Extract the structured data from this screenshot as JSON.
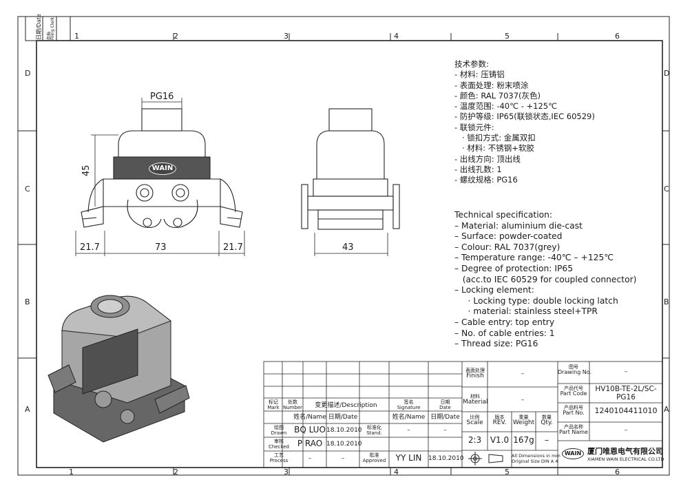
{
  "border": {
    "columns": [
      "1",
      "2",
      "3",
      "4",
      "5",
      "6"
    ],
    "rows": [
      "D",
      "C",
      "B",
      "A"
    ],
    "side_label_date": "日期/Date",
    "side_label_filing": "存档",
    "side_label_filing_en": "Filing Clerk"
  },
  "dimensions": {
    "pg16": "PG16",
    "height_45": "45",
    "left_ext": "21.7",
    "width_73": "73",
    "right_ext": "21.7",
    "side_width_43": "43"
  },
  "logo": "WAIN",
  "spec_cn": {
    "title": "技术参数:",
    "lines": [
      "- 材料: 压铸铝",
      "- 表面处理: 粉末喷涂",
      "- 颜色: RAL 7037(灰色)",
      "- 温度范围: -40℃ - +125℃",
      "- 防护等级: IP65(联锁状态,IEC 60529)",
      "- 联锁元件:",
      "   · 锁扣方式: 金属双扣",
      "   · 材料: 不锈钢+软胶",
      "- 出线方向: 顶出线",
      "- 出线孔数: 1",
      "- 螺纹规格: PG16"
    ]
  },
  "spec_en": {
    "title": "Technical specification:",
    "lines": [
      "– Material: aluminium die-cast",
      "– Surface: powder-coated",
      "– Colour: RAL 7037(grey)",
      "– Temperature range: -40℃ – +125℃",
      "– Degree of protection: IP65",
      "   (acc.to IEC 60529 for coupled connector)",
      "– Locking element:",
      "     · Locking type: double locking latch",
      "     · material: stainless steel+TPR",
      "– Cable entry: top entry",
      "– No. of cable entries: 1",
      "– Thread size: PG16"
    ]
  },
  "title_block": {
    "mark_cn": "标记",
    "mark_en": "Mark",
    "number_cn": "处数",
    "number_en": "Number",
    "description": "变更描述/Description",
    "signature_cn": "签名",
    "signature_en": "Signature",
    "date_cn": "日期",
    "date_en": "Date",
    "name_header": "姓名/Name",
    "date_header": "日期/Date",
    "name_header2": "姓名/Name",
    "date_header2": "日期/Date",
    "drawn_cn": "绘图",
    "drawn_en": "Drawn",
    "checked_cn": "审核",
    "checked_en": "Checked",
    "process_cn": "工艺",
    "process_en": "Process",
    "stand_cn": "标准化",
    "stand_en": "Stand.",
    "approved_cn": "批准",
    "approved_en": "Approved",
    "drawn_name": "BQ LUO",
    "drawn_date": "18.10.2010",
    "checked_name": "P RAO",
    "checked_date": "18.10.2010",
    "process_name": "–",
    "process_date": "–",
    "stand_name": "–",
    "stand_date": "–",
    "approved_name": "YY LIN",
    "approved_date": "18.10.2010",
    "finish_cn": "表面处理",
    "finish_en": "Finish",
    "finish_val": "–",
    "material_cn": "材料",
    "material_en": "Material",
    "material_val": "–",
    "scale_cn": "比例",
    "scale_en": "Scale",
    "scale_val": "2:3",
    "rev_cn": "版本",
    "rev_en": "REV.",
    "rev_val": "V1.0",
    "weight_cn": "重量",
    "weight_en": "Weight",
    "weight_val": "167g",
    "qty_cn": "数量",
    "qty_en": "Qty.",
    "qty_val": "–",
    "dims_note1": "All Dimensions in mm",
    "dims_note2": "Original Size DIN A 4",
    "drawing_no_cn": "图号",
    "drawing_no_en": "Drawing No.",
    "drawing_no_val": "–",
    "part_code_cn": "产品代号",
    "part_code_en": "Part Code",
    "part_code_val": "HV10B-TE-2L/SC-PG16",
    "part_no_cn": "产品料号",
    "part_no_en": "Part No.",
    "part_no_val": "1240104411010",
    "part_name_cn": "产品名称",
    "part_name_en": "Part Name",
    "part_name_val": "–",
    "company_cn": "厦门唯恩电气有限公司",
    "company_en": "XIAMEN WAIN ELECTRICAL CO.LTD"
  }
}
